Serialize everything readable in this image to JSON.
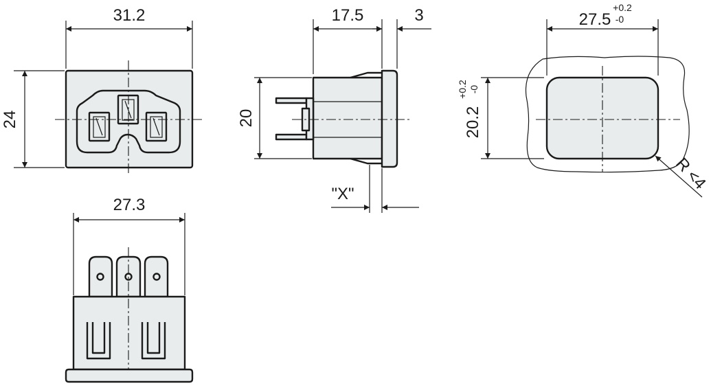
{
  "front_view": {
    "width_label": "31.2",
    "height_label": "24"
  },
  "side_view": {
    "depth_label": "17.5",
    "flange_label": "3",
    "height_label": "20",
    "x_label": "\"X\""
  },
  "cutout_view": {
    "width_label": "27.5",
    "width_tol_plus": "+0.2",
    "width_tol_minus": "-0",
    "height_label": "20.2",
    "height_tol_plus": "+0.2",
    "height_tol_minus": "-0",
    "radius_label": "R <4"
  },
  "top_view": {
    "width_label": "27.3"
  }
}
